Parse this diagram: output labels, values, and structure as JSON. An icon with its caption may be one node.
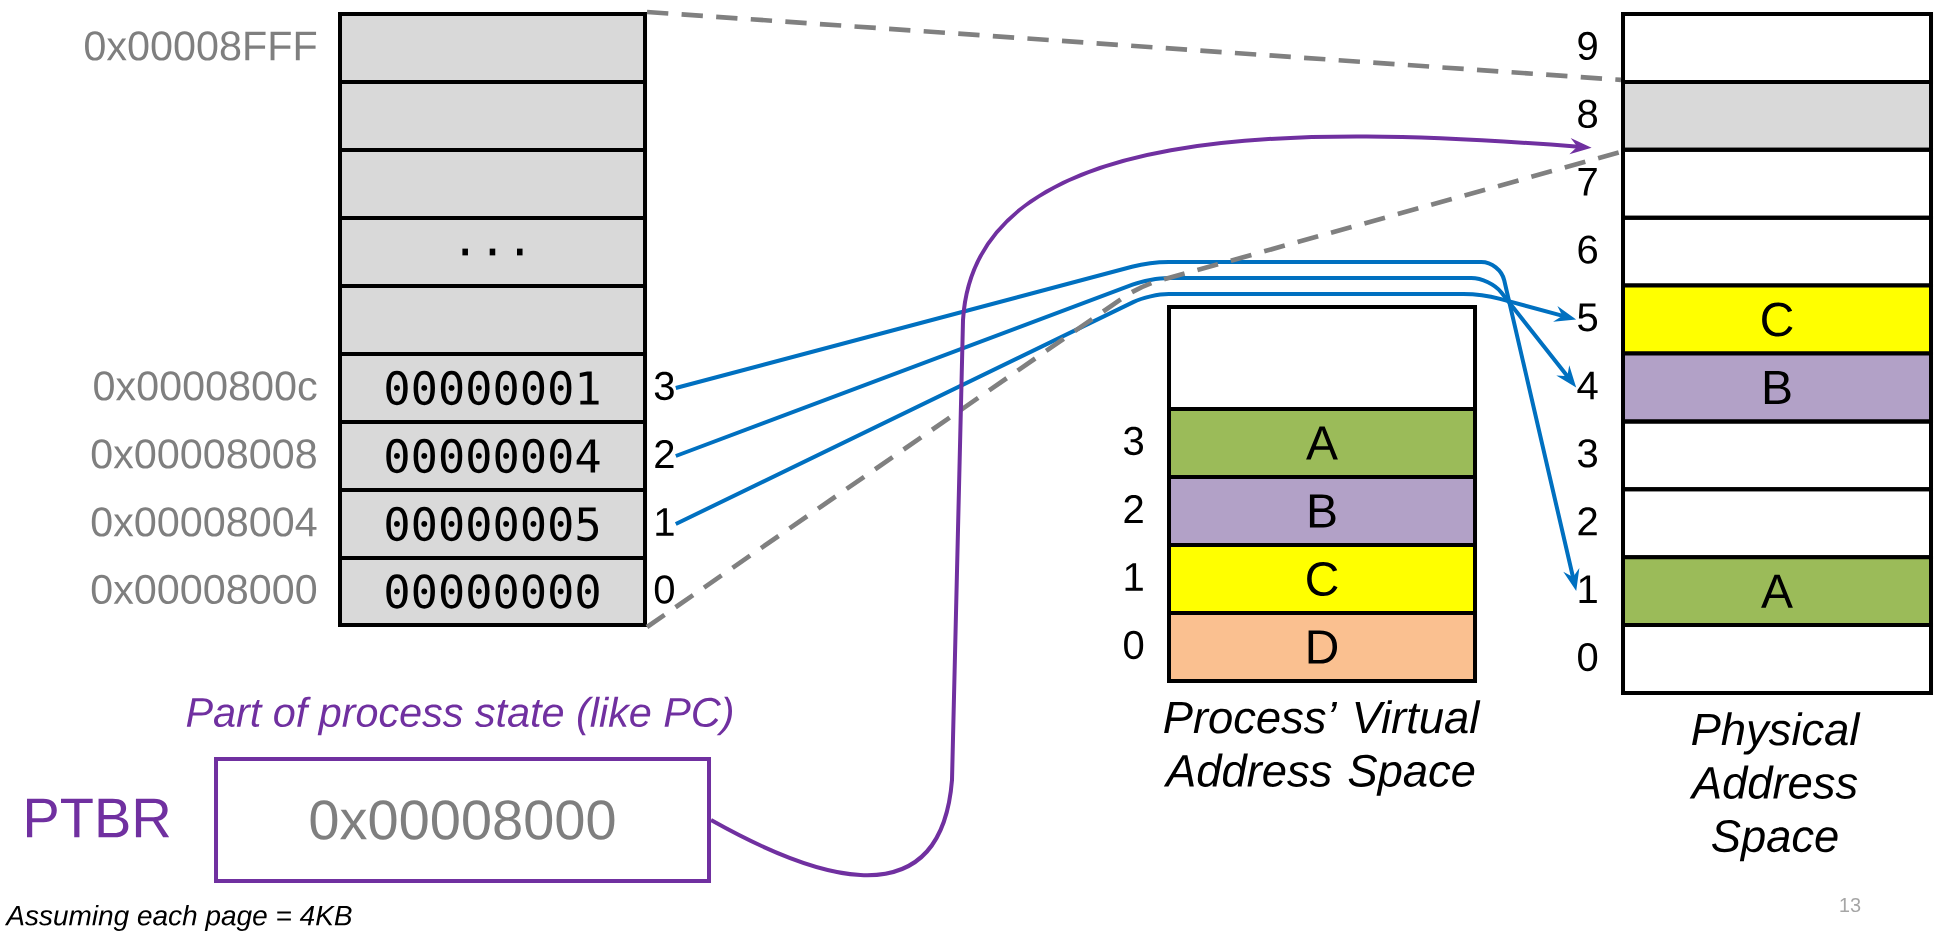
{
  "diagram": {
    "nodes": [
      {
        "text": [],
        "shape": "box"
      },
      {
        "text": [],
        "shape": "box",
        "in": 0,
        "beside": [
          "0x00008FFF"
        ]
      },
      {
        "text": [],
        "shape": "box",
        "in": 0
      },
      {
        "text": [],
        "shape": "box",
        "in": 0
      },
      {
        "text": [
          "..."
        ],
        "in": 0
      },
      {
        "text": [],
        "shape": "box",
        "in": 0
      },
      {
        "text": [
          "00000001"
        ],
        "in": 0,
        "beside": [
          "0x0000800c",
          "3"
        ]
      },
      {
        "text": [
          "00000004"
        ],
        "in": 0,
        "beside": [
          "0x00008008",
          "2"
        ]
      },
      {
        "text": [
          "00000005"
        ],
        "in": 0,
        "beside": [
          "0x00008004",
          "1"
        ]
      },
      {
        "text": [
          "00000000"
        ],
        "in": 0,
        "beside": [
          "0x00008000",
          "0"
        ]
      },
      {
        "text": [
          "Process’ Virtual Address Space"
        ]
      },
      {
        "text": [],
        "shape": "box",
        "in": 10
      },
      {
        "text": [
          "A"
        ],
        "in": 10,
        "beside": [
          "3"
        ]
      },
      {
        "text": [
          "B"
        ],
        "in": 10,
        "beside": [
          "2"
        ]
      },
      {
        "text": [
          "C"
        ],
        "in": 10,
        "beside": [
          "1"
        ]
      },
      {
        "text": [
          "D"
        ],
        "in": 10,
        "beside": [
          "0"
        ]
      },
      {
        "text": [
          "Physical Address Space"
        ]
      },
      {
        "text": [],
        "shape": "box",
        "in": 16,
        "beside": [
          "9"
        ]
      },
      {
        "text": [],
        "shape": "box",
        "in": 16,
        "beside": [
          "8"
        ]
      },
      {
        "text": [],
        "shape": "box",
        "in": 16,
        "beside": [
          "7"
        ]
      },
      {
        "text": [],
        "shape": "box",
        "in": 16,
        "beside": [
          "6"
        ]
      },
      {
        "text": [
          "C"
        ],
        "in": 16,
        "beside": [
          "5"
        ]
      },
      {
        "text": [
          "B"
        ],
        "in": 16,
        "beside": [
          "4"
        ]
      },
      {
        "text": [],
        "shape": "box",
        "in": 16,
        "beside": [
          "3"
        ]
      },
      {
        "text": [],
        "shape": "box",
        "in": 16,
        "beside": [
          "2"
        ]
      },
      {
        "text": [
          "A"
        ],
        "in": 16,
        "beside": [
          "1"
        ]
      },
      {
        "text": [],
        "shape": "box",
        "in": 16,
        "beside": [
          "0"
        ]
      },
      {
        "text": [
          "0x00008000"
        ],
        "beside": [
          "PTBR"
        ]
      }
    ],
    "edges": [
      {
        "from": 6,
        "to": 25,
        "arrow": "to"
      },
      {
        "from": 7,
        "to": 22,
        "arrow": "to"
      },
      {
        "from": 8,
        "to": 21,
        "arrow": "to"
      },
      {
        "from": 0,
        "to": 18,
        "arrow": "none",
        "style": "dashed",
        "color": "#808080"
      },
      {
        "from": 0,
        "to": 18,
        "arrow": "none",
        "style": "dashed",
        "color": "#808080"
      },
      {
        "from": 27,
        "to": 18,
        "arrow": "to",
        "color": "#7030a0"
      }
    ],
    "labels": [
      "Part of process state (like PC)",
      "Assuming each page = 4KB",
      "13"
    ]
  }
}
